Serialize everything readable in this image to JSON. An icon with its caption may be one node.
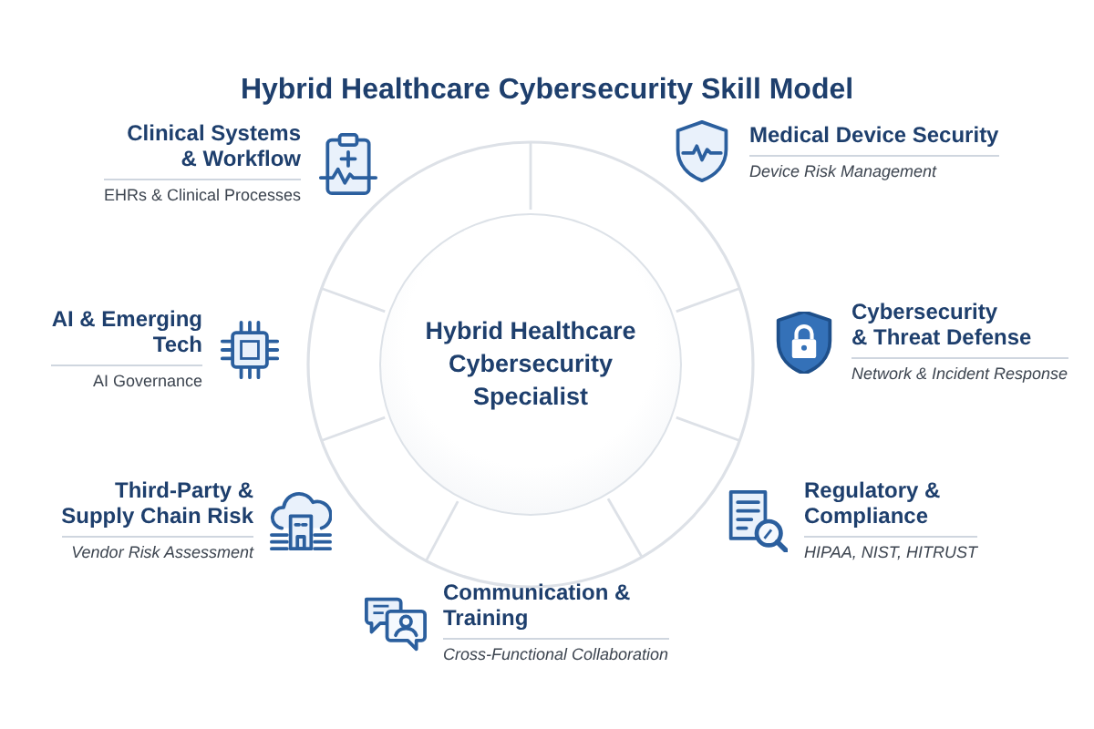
{
  "diagram": {
    "title": "Hybrid Healthcare Cybersecurity Skill Model",
    "nodes": [
      {
        "text": [
          "Hybrid Healthcare Cybersecurity Specialist"
        ]
      },
      {
        "text": [
          "Clinical Systems & Workflow",
          "EHRs & Clinical Processes"
        ]
      },
      {
        "text": [
          "Medical Device Security",
          "Device Risk Management"
        ]
      },
      {
        "text": [
          "AI & Emerging Tech",
          "AI Governance"
        ]
      },
      {
        "text": [
          "Cybersecurity & Threat Defense",
          "Network & Incident Response"
        ]
      },
      {
        "text": [
          "Third-Party & Supply Chain Risk",
          "Vendor Risk Assessment"
        ]
      },
      {
        "text": [
          "Regulatory & Compliance",
          "HIPAA, NIST, HITRUST"
        ]
      },
      {
        "text": [
          "Communication & Training",
          "Cross-Functional Collaboration"
        ]
      }
    ]
  }
}
